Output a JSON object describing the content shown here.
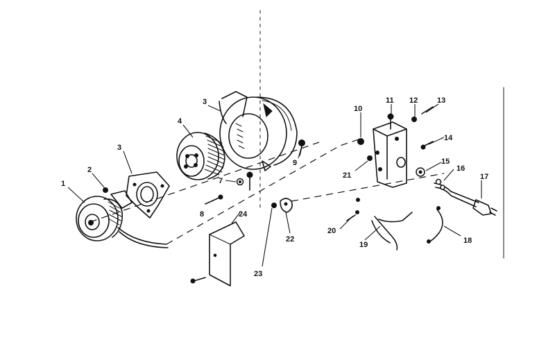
{
  "diagram": {
    "callouts": [
      {
        "id": "c1",
        "label": "1"
      },
      {
        "id": "c2",
        "label": "2"
      },
      {
        "id": "c3a",
        "label": "3"
      },
      {
        "id": "c3b",
        "label": "3"
      },
      {
        "id": "c4",
        "label": "4"
      },
      {
        "id": "c7",
        "label": "7"
      },
      {
        "id": "c8",
        "label": "8"
      },
      {
        "id": "c9",
        "label": "9"
      },
      {
        "id": "c10",
        "label": "10"
      },
      {
        "id": "c11",
        "label": "11"
      },
      {
        "id": "c12",
        "label": "12"
      },
      {
        "id": "c13",
        "label": "13"
      },
      {
        "id": "c14",
        "label": "14"
      },
      {
        "id": "c15",
        "label": "15"
      },
      {
        "id": "c16",
        "label": "16"
      },
      {
        "id": "c17",
        "label": "17"
      },
      {
        "id": "c18",
        "label": "18"
      },
      {
        "id": "c19",
        "label": "19"
      },
      {
        "id": "c20",
        "label": "20"
      },
      {
        "id": "c21",
        "label": "21"
      },
      {
        "id": "c22",
        "label": "22"
      },
      {
        "id": "c23",
        "label": "23"
      },
      {
        "id": "c24",
        "label": "24"
      }
    ]
  }
}
